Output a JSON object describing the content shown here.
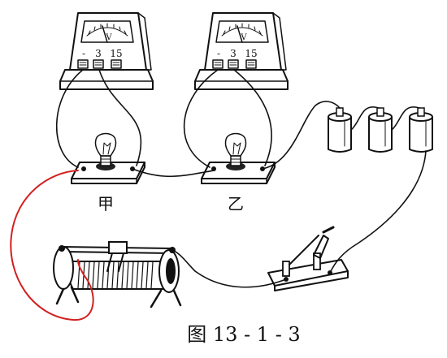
{
  "meters": [
    {
      "scale_symbol": "V",
      "terminals": [
        "-",
        "3",
        "15"
      ]
    },
    {
      "scale_symbol": "V",
      "terminals": [
        "-",
        "3",
        "15"
      ]
    }
  ],
  "bulbs": [
    {
      "label": "甲"
    },
    {
      "label": "乙"
    }
  ],
  "caption": "图 13 - 1 - 3",
  "colors": {
    "ink": "#111111",
    "highlight_wire": "#d32020",
    "background": "#ffffff"
  }
}
